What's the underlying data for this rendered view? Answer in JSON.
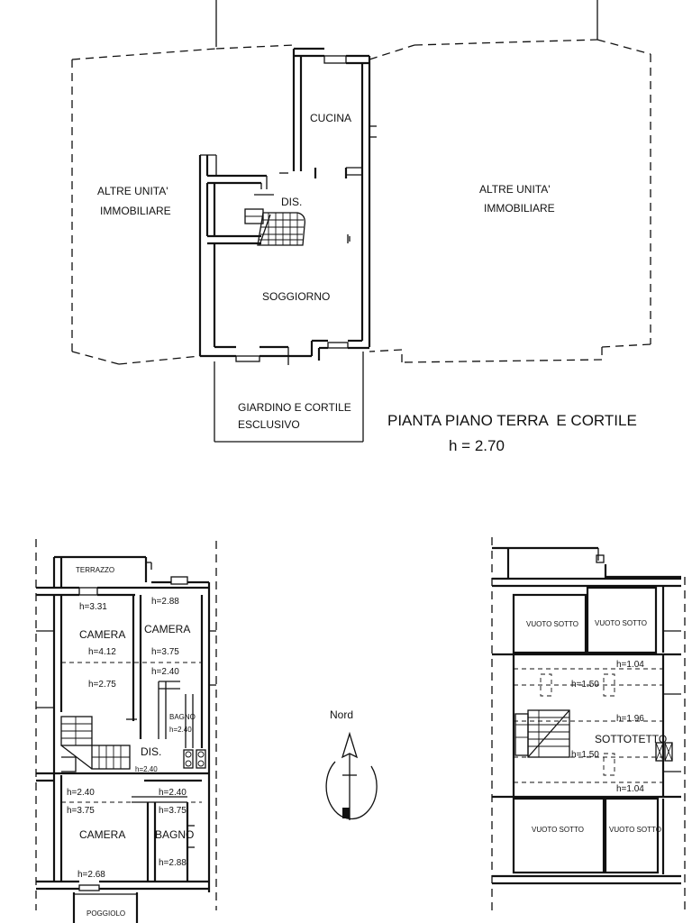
{
  "ground_floor": {
    "title": "PIANTA PIANO TERRA  E CORTILE",
    "height": "h = 2.70",
    "rooms": {
      "other_units_left": [
        "ALTRE UNITA'",
        "IMMOBILIARE"
      ],
      "other_units_right": [
        "ALTRE UNITA'",
        "IMMOBILIARE"
      ],
      "kitchen": "CUCINA",
      "hall": "DIS.",
      "living": "SOGGIORNO",
      "garden": [
        "GIARDINO E CORTILE",
        "ESCLUSIVO"
      ]
    }
  },
  "first_floor": {
    "terrace": "TERRAZZO",
    "balcony": "POGGIOLO",
    "rooms": {
      "bedroom_1": "CAMERA",
      "bedroom_2": "CAMERA",
      "bedroom_3": "CAMERA",
      "bath_1": "BAGNO",
      "bath_2": "BAGNO",
      "hall": "DIS."
    },
    "heights": {
      "h331": "h=3.31",
      "h288_top": "h=2.88",
      "h412": "h=4.12",
      "h375_top": "h=3.75",
      "h275": "h=2.75",
      "h240_a": "h=2.40",
      "h240_bath": "h=2.40",
      "h240_hall": "h=2.40",
      "h240_b": "h=2.40",
      "h240_c": "h=2.40",
      "h375_b": "h=3.75",
      "h375_c": "h=3.75",
      "h268": "h=2.68",
      "h288_bottom": "h=2.88"
    }
  },
  "compass": {
    "label": "Nord"
  },
  "attic": {
    "title": "SOTTOTETTO",
    "voids": [
      "VUOTO SOTTO",
      "VUOTO SOTTO",
      "VUOTO SOTTO",
      "VUOTO SOTTO"
    ],
    "heights": {
      "h104_top": "h=1.04",
      "h150_top": "h=1.50",
      "h196": "h=1.96",
      "h150_bottom": "h=1.50",
      "h104_bottom": "h=1.04"
    }
  }
}
